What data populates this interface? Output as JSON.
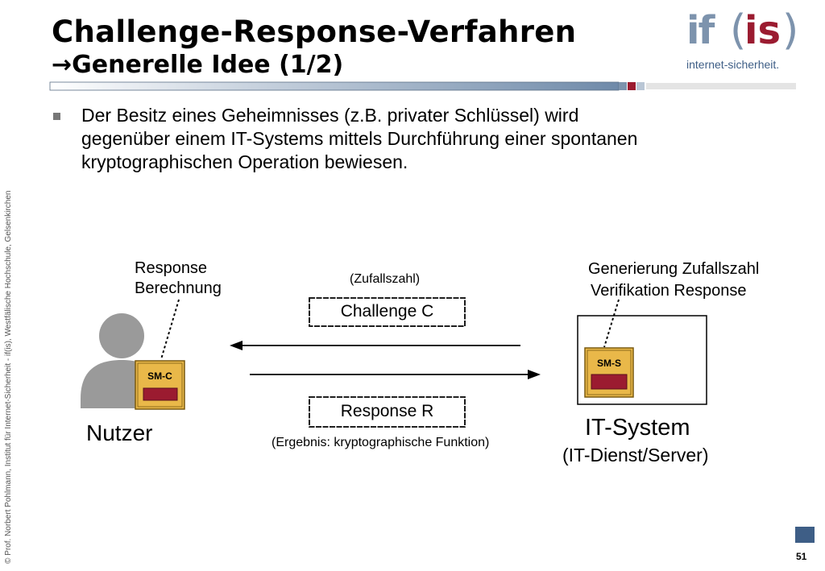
{
  "header": {
    "title_line1": "Challenge-Response-Verfahren",
    "title_line2": "Generelle Idee (1/2)",
    "arrow_glyph": "→"
  },
  "logo": {
    "brand_if": "if",
    "brand_is": "is",
    "subtitle": "internet-sicherheit."
  },
  "bullet": {
    "line1": "Der Besitz eines Geheimnisses (z.B. privater Schlüssel) wird",
    "line2": "gegenüber einem IT-Systems mittels Durchführung einer spontanen",
    "line3": "kryptographischen Operation bewiesen."
  },
  "diagram": {
    "user_annotation_line1": "Response",
    "user_annotation_line2": "Berechnung",
    "server_annotation_line1": "Generierung Zufallszahl",
    "server_annotation_line2": "Verifikation Response",
    "challenge_note": "(Zufallszahl)",
    "challenge_label": "Challenge C",
    "response_label": "Response R",
    "response_note": "(Ergebnis: kryptographische Funktion)",
    "user_module": "SM-C",
    "server_module": "SM-S",
    "user_label": "Nutzer",
    "server_label": "IT-System",
    "server_sublabel": "(IT-Dienst/Server)"
  },
  "footer": {
    "copyright": "© Prof.  Norbert Pohlmann, Institut für Internet-Sicherheit - if(is), Westfälische Hochschule, Gelsenkirchen",
    "page_number": "51"
  },
  "colors": {
    "accent_blue": "#3e5e86",
    "accent_red": "#9b1b30",
    "module_yellow": "#e9b849",
    "module_border": "#7a5a10",
    "person_gray": "#9a9a9a"
  }
}
